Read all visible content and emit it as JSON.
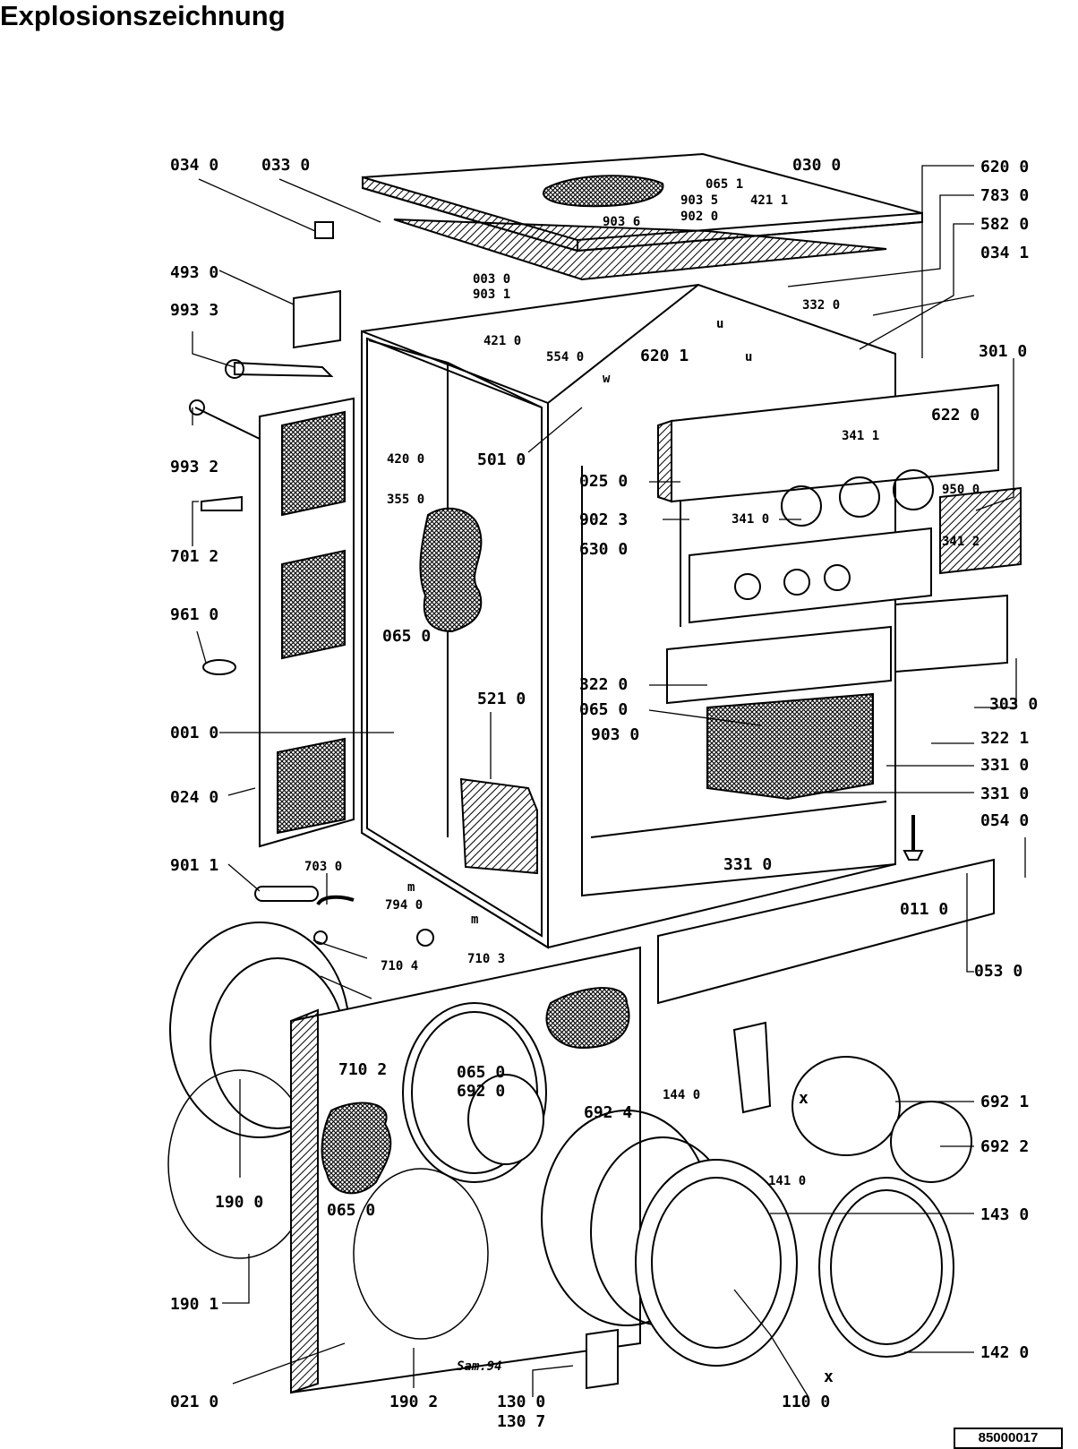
{
  "title": "Explosionszeichnung",
  "document_number": "85000017",
  "signature": "Sam.94",
  "marks": {
    "m": "m",
    "u": "u",
    "w": "w",
    "x": "x"
  },
  "parts": [
    "034 0",
    "033 0",
    "030 0",
    "620 0",
    "783 0",
    "582 0",
    "034 1",
    "065 1",
    "903 5",
    "421 1",
    "903 6",
    "902 0",
    "493 0",
    "993 3",
    "003 0",
    "903 1",
    "421 0",
    "332 0",
    "554 0",
    "620 1",
    "301 0",
    "993 2",
    "420 0",
    "501 0",
    "622 0",
    "341 1",
    "355 0",
    "025 0",
    "950 0",
    "701 2",
    "902 3",
    "341 0",
    "341 2",
    "961 0",
    "630 0",
    "065 0",
    "322 0",
    "521 0",
    "303 0",
    "001 0",
    "903 0",
    "322 1",
    "331 0",
    "024 0",
    "054 0",
    "901 1",
    "703 0",
    "011 0",
    "794 0",
    "710 3",
    "710 4",
    "053 0",
    "710 2",
    "692 1",
    "692 0",
    "692 4",
    "144 0",
    "692 2",
    "190 0",
    "141 0",
    "143 0",
    "190 1",
    "142 0",
    "021 0",
    "190 2",
    "130 0",
    "130 7",
    "110 0"
  ]
}
